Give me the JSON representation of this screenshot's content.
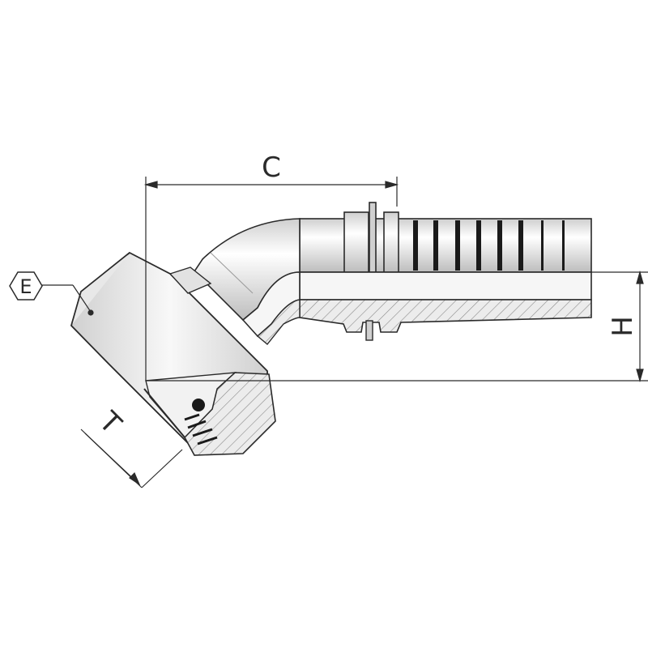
{
  "labels": {
    "dim_c": "C",
    "dim_h": "H",
    "dim_t": "T",
    "hex_e": "E"
  },
  "colors": {
    "line": "#2a2a2a",
    "metal_light": "#f4f4f4",
    "metal_mid": "#d9d9d9",
    "metal_dark": "#9a9a9a",
    "section_fill": "#e6e6e6",
    "rib_dark": "#1a1a1a"
  }
}
